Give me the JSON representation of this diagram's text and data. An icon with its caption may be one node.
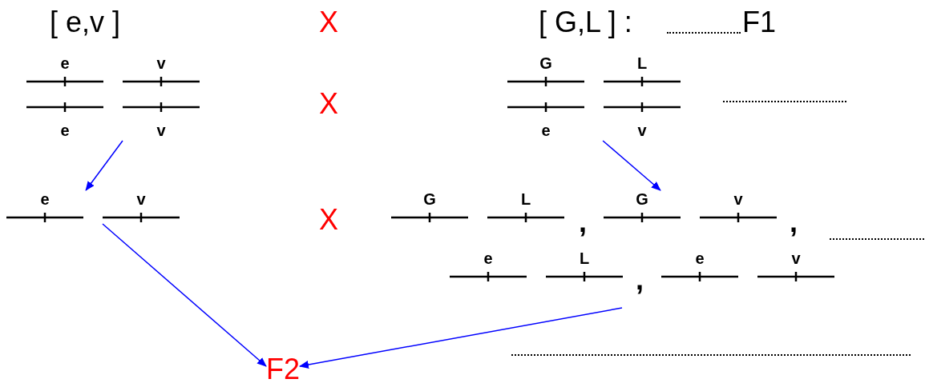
{
  "diagram": {
    "nodes": [
      {
        "text": [
          "e",
          "v",
          "e",
          "v"
        ],
        "beside": [
          "[ e,v ]"
        ]
      },
      {
        "text": [
          "G",
          "L",
          "e",
          "v"
        ],
        "beside": [
          "[ G,L ] :"
        ]
      },
      {
        "text": [
          "e",
          "v"
        ]
      },
      {
        "text": [
          "G",
          "L"
        ]
      },
      {
        "text": [
          "G",
          "v"
        ]
      },
      {
        "text": [
          "e",
          "L"
        ]
      },
      {
        "text": [
          "e",
          "v"
        ]
      },
      {
        "text": [
          "F2"
        ]
      }
    ],
    "edges": [
      {
        "from": 0,
        "to": 2,
        "arrow": "to"
      },
      {
        "from": 1,
        "to": 4,
        "arrow": "to"
      },
      {
        "from": 2,
        "to": 7,
        "arrow": "to"
      },
      {
        "from": null,
        "to": 7,
        "arrow": "to"
      }
    ],
    "labels": [
      "X",
      "F1",
      "X",
      "X",
      ",",
      ",",
      ","
    ]
  }
}
